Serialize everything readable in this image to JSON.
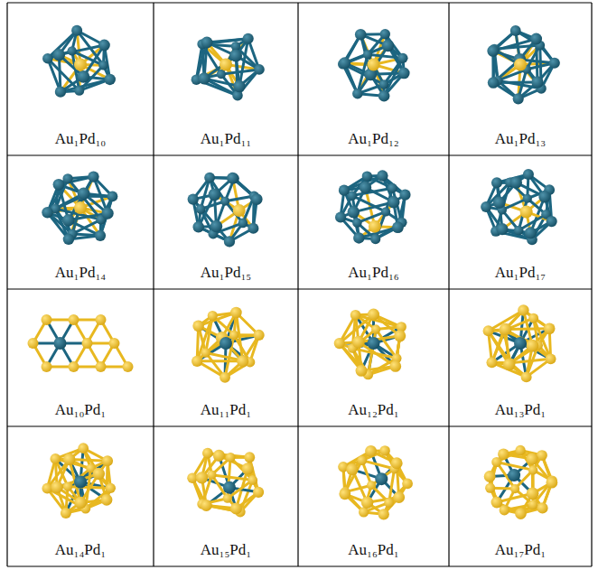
{
  "diagram": {
    "labels": [
      "Au₁Pd₁₀",
      "Au₁Pd₁₁",
      "Au₁Pd₁₂",
      "Au₁Pd₁₃",
      "Au₁Pd₁₄",
      "Au₁Pd₁₅",
      "Au₁Pd₁₆",
      "Au₁Pd₁₇",
      "Au₁₀Pd₁",
      "Au₁₁Pd₁",
      "Au₁₂Pd₁",
      "Au₁₃Pd₁",
      "Au₁₄Pd₁",
      "Au₁₅Pd₁",
      "Au₁₆Pd₁",
      "Au₁₇Pd₁"
    ]
  }
}
